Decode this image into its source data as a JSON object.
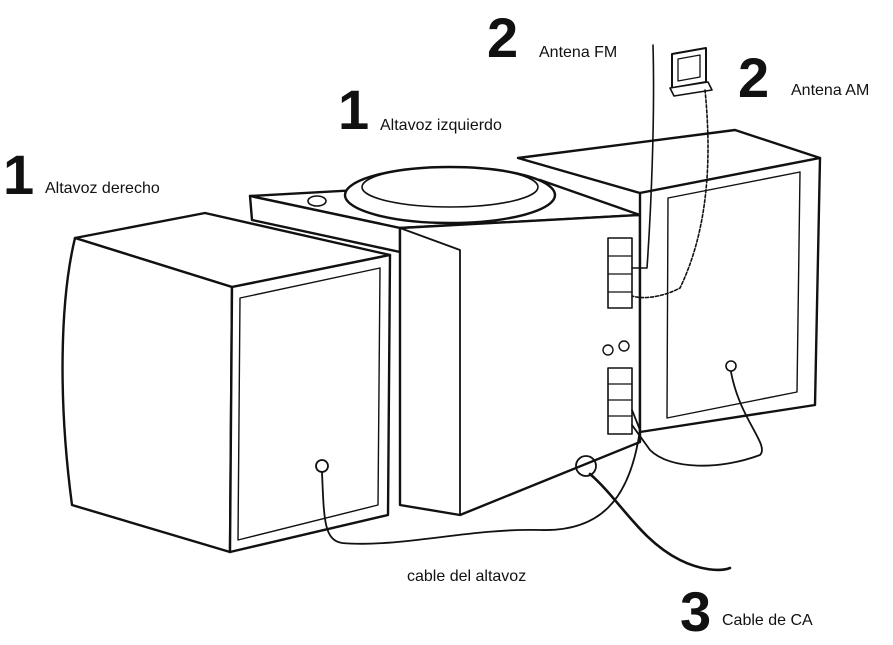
{
  "labels": {
    "right_speaker": {
      "number": "1",
      "text": "Altavoz derecho"
    },
    "left_speaker": {
      "number": "1",
      "text": "Altavoz izquierdo"
    },
    "fm_antenna": {
      "number": "2",
      "text": "Antena FM"
    },
    "am_antenna": {
      "number": "2",
      "text": "Antena AM"
    },
    "ac_cable": {
      "number": "3",
      "text": "Cable de CA"
    },
    "speaker_cable": {
      "text": "cable del altavoz"
    }
  }
}
